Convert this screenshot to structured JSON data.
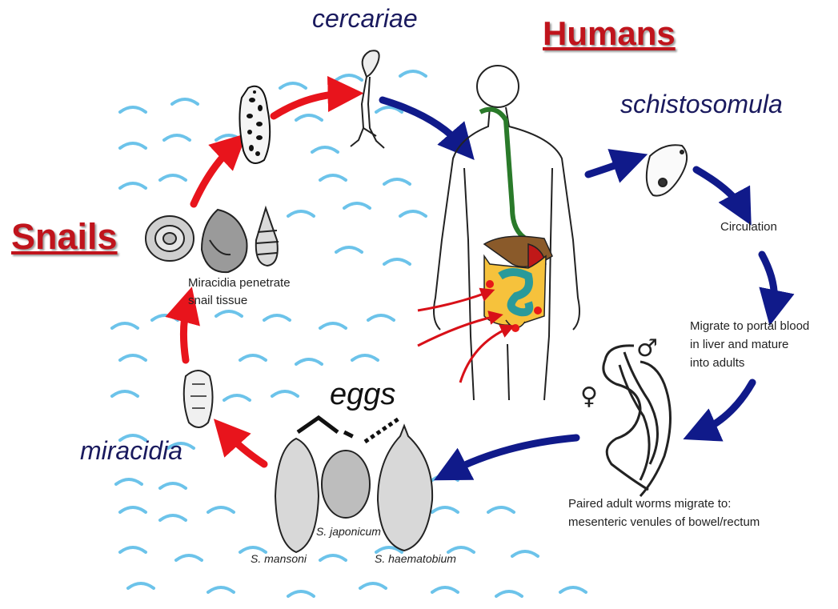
{
  "stage_labels": {
    "cercariae": "cercariae",
    "schistosomula": "schistosomula",
    "miracidia": "miracidia",
    "eggs": "eggs"
  },
  "hosts": {
    "humans": "Humans",
    "snails": "Snails"
  },
  "notes": {
    "circulation": "Circulation",
    "portal_line1": "Migrate to portal blood",
    "portal_line2": "in liver and mature",
    "portal_line3": "into adults",
    "snail_line1": "Miracidia penetrate",
    "snail_line2": "snail tissue",
    "paired_line1": "Paired adult worms migrate to:",
    "paired_line2": "mesenteric venules of bowel/rectum"
  },
  "species": {
    "mansoni": "S. mansoni",
    "japonicum": "S. japonicum",
    "haematobium": "S. haematobium"
  },
  "symbols": {
    "female": "♀",
    "male": "♂"
  },
  "colors": {
    "snail_phase_arrow": "#e8141c",
    "human_phase_arrow": "#101a8a",
    "water": "#6cc3ea",
    "title_red": "#c0141c",
    "label_navy": "#1a1a5e"
  }
}
